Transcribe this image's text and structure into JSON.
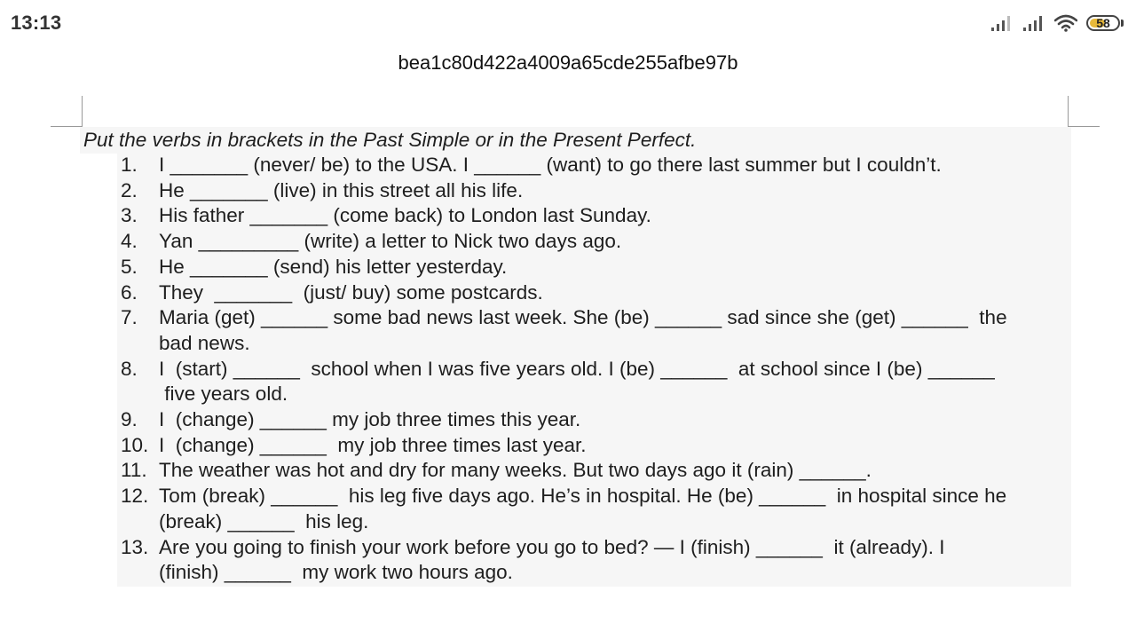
{
  "status_bar": {
    "time": "13:13",
    "battery_level": "58",
    "battery_fraction": 0.58,
    "battery_color": "#e8b93a",
    "signal_icon_1": "cellular-signal-icon",
    "signal_icon_2": "cellular-signal-icon",
    "wifi_icon": "wifi-icon"
  },
  "document": {
    "title": "bea1c80d422a4009a65cde255afbe97b",
    "instruction": "Put the verbs in brackets in the Past Simple or in the Present Perfect.",
    "items": [
      {
        "num": "1.",
        "text": "I _______ (never/ be) to the USA. I ______ (want) to go there last summer but I couldn’t."
      },
      {
        "num": "2.",
        "text": "He _______ (live) in this street all his life."
      },
      {
        "num": "3.",
        "text": "His father _______ (come back) to London last Sunday."
      },
      {
        "num": "4.",
        "text": "Yan _________ (write) a letter to Nick two days ago."
      },
      {
        "num": "5.",
        "text": "He _______ (send) his letter yesterday."
      },
      {
        "num": "6.",
        "text": "They  _______  (just/ buy) some postcards."
      },
      {
        "num": "7.",
        "text": "Maria (get) ______ some bad news last week. She (be) ______ sad since she (get) ______  the\nbad news."
      },
      {
        "num": "8.",
        "text": "I  (start) ______  school when I was five years old. I (be) ______  at school since I (be) ______\n five years old."
      },
      {
        "num": "9.",
        "text": "I  (change) ______ my job three times this year."
      },
      {
        "num": "10.",
        "text": "I  (change) ______  my job three times last year."
      },
      {
        "num": "11.",
        "text": "The weather was hot and dry for many weeks. But two days ago it (rain) ______."
      },
      {
        "num": "12.",
        "text": "Tom (break) ______  his leg five days ago. He’s in hospital. He (be) ______  in hospital since he\n(break) ______  his leg."
      },
      {
        "num": "13.",
        "text": "Are you going to finish your work before you go to bed? — I (finish) ______  it (already). I\n(finish) ______  my work two hours ago."
      }
    ]
  }
}
